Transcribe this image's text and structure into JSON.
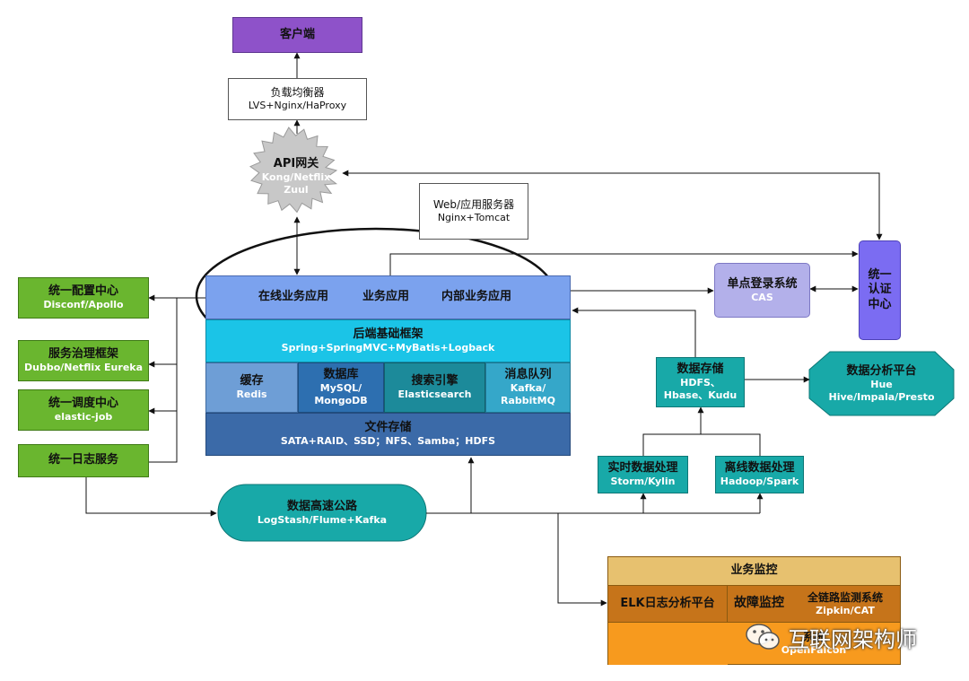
{
  "client": {
    "label": "客户端"
  },
  "load_balancer": {
    "title": "负载均衡器",
    "sub": "LVS+Nginx/HaProxy"
  },
  "api_gateway": {
    "title": "API网关",
    "sub1": "Kong/Netflix",
    "sub2": "Zuul"
  },
  "web_server": {
    "title": "Web/应用服务器",
    "sub": "Nginx+Tomcat"
  },
  "config_center": {
    "title": "统一配置中心",
    "sub": "Disconf/Apollo"
  },
  "service_governance": {
    "title": "服务治理框架",
    "sub": "Dubbo/Netflix Eureka"
  },
  "scheduling_center": {
    "title": "统一调度中心",
    "sub": "elastic-job"
  },
  "log_service": {
    "title": "统一日志服务"
  },
  "apps": {
    "online": "在线业务应用",
    "business": "业务应用",
    "internal": "内部业务应用"
  },
  "backend_framework": {
    "title": "后端基础框架",
    "sub": "Spring+SpringMVC+MyBatis+Logback"
  },
  "cache": {
    "title": "缓存",
    "sub": "Redis"
  },
  "database": {
    "title": "数据库",
    "sub1": "MySQL/",
    "sub2": "MongoDB"
  },
  "search_engine": {
    "title": "搜索引擎",
    "sub": "Elasticsearch"
  },
  "message_queue": {
    "title": "消息队列",
    "sub1": "Kafka/",
    "sub2": "RabbitMQ"
  },
  "file_storage": {
    "title": "文件存储",
    "sub": "SATA+RAID、SSD；NFS、Samba；HDFS"
  },
  "sso": {
    "title": "单点登录系统",
    "sub": "CAS"
  },
  "unified_auth": {
    "line1": "统一",
    "line2": "认证",
    "line3": "中心"
  },
  "data_storage": {
    "title": "数据存储",
    "sub1": "HDFS、",
    "sub2": "Hbase、Kudu"
  },
  "data_analysis": {
    "title": "数据分析平台",
    "sub1": "Hue",
    "sub2": "Hive/Impala/Presto"
  },
  "realtime_processing": {
    "title": "实时数据处理",
    "sub": "Storm/Kylin"
  },
  "offline_processing": {
    "title": "离线数据处理",
    "sub": "Hadoop/Spark"
  },
  "data_highway": {
    "title": "数据高速公路",
    "sub": "LogStash/Flume+Kafka"
  },
  "business_monitoring": {
    "title": "业务监控"
  },
  "elk": {
    "title": "ELK日志分析平台"
  },
  "fault_monitoring": {
    "title": "故障监控"
  },
  "full_link_monitoring": {
    "title": "全链路监测系统",
    "sub": "Zipkin/CAT"
  },
  "system_monitoring": {
    "title": "系统",
    "sub": "OpenFalcon"
  },
  "watermark": {
    "text": "互联网架构师"
  },
  "colors": {
    "purple": "#8e52c9",
    "green": "#6ab62f",
    "teal": "#18a9a8",
    "app_blue": "#7ba2ee",
    "framework_cyan": "#1bc4e7",
    "storage_blue": "#3b6aa8",
    "sso_lavender": "#b3b0ea",
    "auth_violet": "#7b6cf2",
    "monitor_gold": "#e7c16f",
    "monitor_brown": "#c6741a",
    "monitor_orange": "#f79a1e"
  }
}
